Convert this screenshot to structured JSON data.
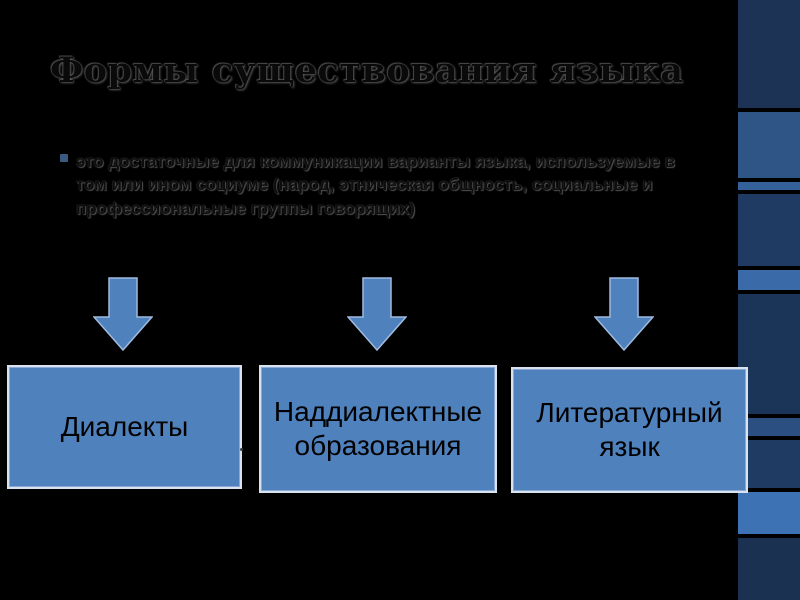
{
  "slide": {
    "title": "Формы существования языка",
    "bullet": "это достаточные для коммуникации варианты языка, используемые в том или ином социуме (народ, этническая общность, социальные и профессиональные группы говорящих)"
  },
  "boxes": [
    {
      "label": "Диалекты"
    },
    {
      "label": "Наддиалектные образования"
    },
    {
      "label": "Литературный язык"
    }
  ],
  "colors": {
    "background": "#000000",
    "box_fill": "#4f81bd",
    "arrow_fill": "#4f81bd",
    "side_panel": "#1f3a63"
  }
}
